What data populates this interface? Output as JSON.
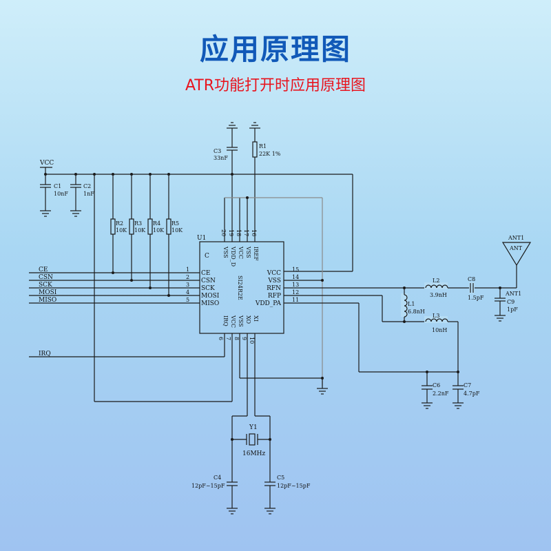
{
  "title": "应用原理图",
  "subtitle": "ATR功能打开时应用原理图",
  "schematic": {
    "vcc_label": "VCC",
    "ic": {
      "ref": "U1",
      "part": "SI24R2E",
      "corner_mark": "C",
      "pins_left": [
        {
          "num": "1",
          "name": "CE"
        },
        {
          "num": "2",
          "name": "CSN"
        },
        {
          "num": "3",
          "name": "SCK"
        },
        {
          "num": "4",
          "name": "MOSI"
        },
        {
          "num": "5",
          "name": "MISO"
        }
      ],
      "pins_right": [
        {
          "num": "15",
          "name": "VCC"
        },
        {
          "num": "14",
          "name": "VSS"
        },
        {
          "num": "13",
          "name": "RFN"
        },
        {
          "num": "12",
          "name": "RFP"
        },
        {
          "num": "11",
          "name": "VDD_PA"
        }
      ],
      "pins_top": [
        {
          "num": "20",
          "name": "VSS"
        },
        {
          "num": "19",
          "name": "VDD_D"
        },
        {
          "num": "18",
          "name": "VCC"
        },
        {
          "num": "17",
          "name": "VSS"
        },
        {
          "num": "16",
          "name": "IREF"
        }
      ],
      "pins_bottom": [
        {
          "num": "6",
          "name": "IRQ"
        },
        {
          "num": "7",
          "name": "VCC"
        },
        {
          "num": "8",
          "name": "VSS"
        },
        {
          "num": "9",
          "name": "XO"
        },
        {
          "num": "10",
          "name": "XI"
        }
      ]
    },
    "signals": [
      "CE",
      "CSN",
      "SCK",
      "MOSI",
      "MISO",
      "IRQ"
    ],
    "components": {
      "C1": {
        "ref": "C1",
        "value": "10nF"
      },
      "C2": {
        "ref": "C2",
        "value": "1nF"
      },
      "C3": {
        "ref": "C3",
        "value": "33nF"
      },
      "R1": {
        "ref": "R1",
        "value": "22K 1%"
      },
      "R2": {
        "ref": "R2",
        "value": "10K"
      },
      "R3": {
        "ref": "R3",
        "value": "10K"
      },
      "R4": {
        "ref": "R4",
        "value": "10K"
      },
      "R5": {
        "ref": "R5",
        "value": "10K"
      },
      "L1": {
        "ref": "L1",
        "value": "6.8nH"
      },
      "L2": {
        "ref": "L2",
        "value": "3.9nH"
      },
      "L3": {
        "ref": "L3",
        "value": "10nH"
      },
      "C4": {
        "ref": "C4",
        "value": "12pF~15pF"
      },
      "C5": {
        "ref": "C5",
        "value": "12pF~15pF"
      },
      "C6": {
        "ref": "C6",
        "value": "2.2nF"
      },
      "C7": {
        "ref": "C7",
        "value": "4.7pF"
      },
      "C8": {
        "ref": "C8",
        "value": "1.5pF"
      },
      "C9": {
        "ref": "C9",
        "value": "1pF"
      },
      "Y1": {
        "ref": "Y1",
        "value": "16MHz"
      }
    },
    "antenna": {
      "ref": "ANT1",
      "body_label": "ANT",
      "net_label": "ANT1"
    }
  }
}
